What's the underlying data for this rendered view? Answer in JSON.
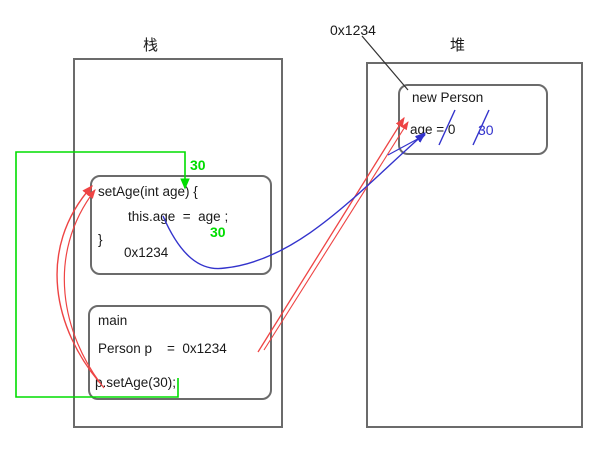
{
  "diagram": {
    "title_stack": "栈",
    "title_heap": "堆",
    "heap_pointer_label": "0x1234",
    "colors": {
      "box_border": "#6b6b6b",
      "text": "#1a1a1a",
      "green_arrow": "#00dd00",
      "red_arrow": "#ee4444",
      "blue_arrow": "#3333cc",
      "leader_line": "#333333"
    }
  },
  "stack": {
    "label": "栈",
    "frames": [
      {
        "name": "setAge-frame",
        "lines": [
          "setAge(int age) {",
          "this.age  =  age ;",
          "}",
          "0x1234"
        ],
        "annotations": [
          {
            "name": "param-value",
            "text": "30",
            "color": "green"
          },
          {
            "name": "assigned-value",
            "text": "30",
            "color": "green"
          }
        ]
      },
      {
        "name": "main-frame",
        "lines": [
          "main",
          "Person p    =  0x1234",
          "p.setAge(30);"
        ]
      }
    ]
  },
  "heap": {
    "label": "堆",
    "objects": [
      {
        "name": "new-person-object",
        "title": "new Person",
        "field": "age = 0",
        "new_value": "30"
      }
    ]
  }
}
